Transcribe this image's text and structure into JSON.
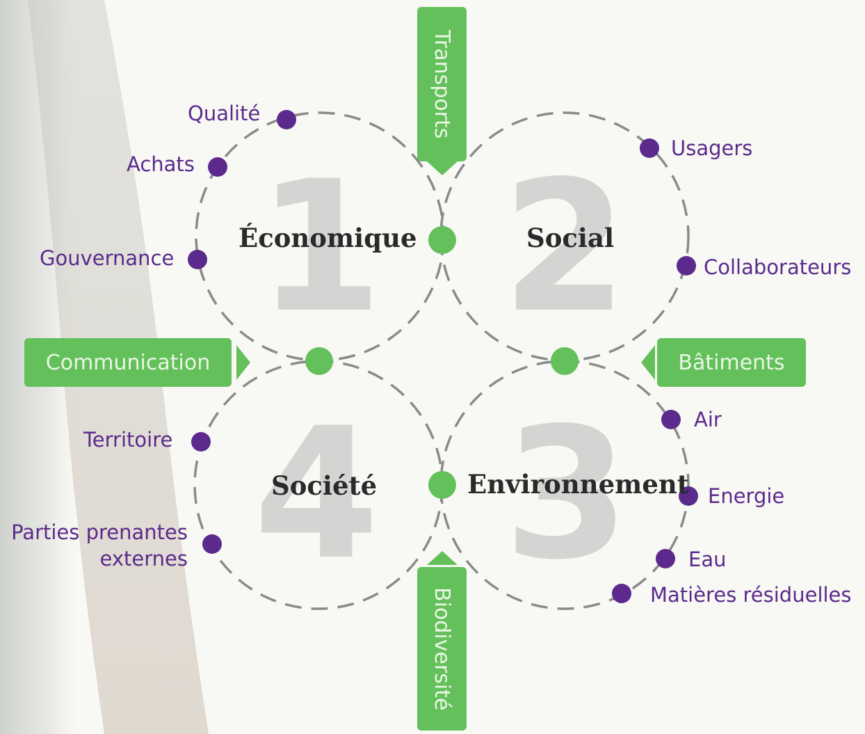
{
  "quadrants": {
    "economique": {
      "title": "Économique",
      "number": "1"
    },
    "social": {
      "title": "Social",
      "number": "2"
    },
    "environnement": {
      "title": "Environnement",
      "number": "3"
    },
    "societe": {
      "title": "Société",
      "number": "4"
    }
  },
  "tabs": {
    "transports": "Transports",
    "communication": "Communication",
    "batiments": "Bâtiments",
    "biodiversite": "Biodiversité"
  },
  "items": {
    "qualite": "Qualité",
    "achats": "Achats",
    "gouvernance": "Gouvernance",
    "usagers": "Usagers",
    "collaborateurs": "Collaborateurs",
    "territoire": "Territoire",
    "parties_prenantes_line1": "Parties prenantes",
    "parties_prenantes_line2": "externes",
    "air": "Air",
    "energie": "Energie",
    "eau": "Eau",
    "matieres_residuelles": "Matières résiduelles"
  },
  "colors": {
    "green": "#63c05a",
    "purple": "#5b2a8c",
    "numeral": "#d4d4d2",
    "dash": "#8a8a8a"
  }
}
